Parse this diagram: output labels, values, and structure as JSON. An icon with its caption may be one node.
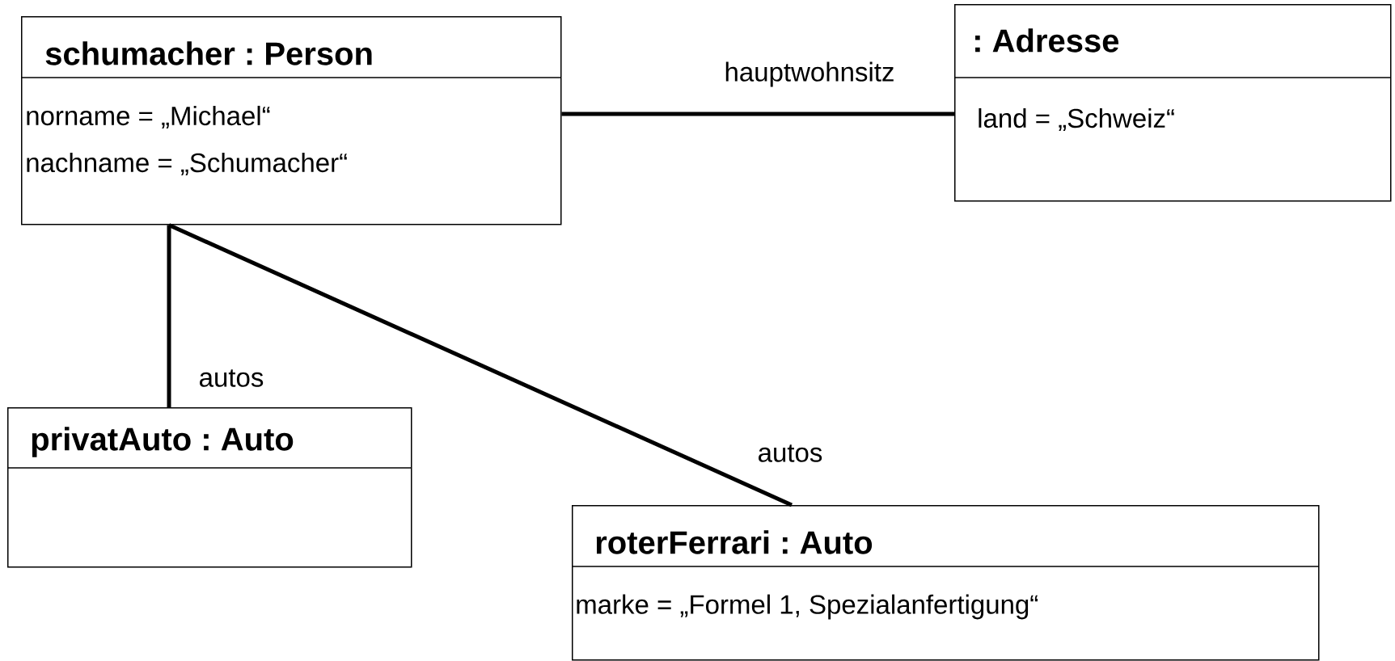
{
  "diagram": {
    "nodes": [
      {
        "text": [
          "schumacher : Person",
          "norname = „Michael“",
          "nachname = „Schumacher“"
        ]
      },
      {
        "text": [
          ": Adresse",
          "land = „Schweiz“"
        ]
      },
      {
        "text": [
          "privatAuto : Auto"
        ]
      },
      {
        "text": [
          "roterFerrari : Auto",
          "marke = „Formel 1, Spezialanfertigung“"
        ]
      }
    ],
    "edges": [
      {
        "from": 0,
        "to": 1,
        "arrow": "none",
        "label": "hauptwohnsitz"
      },
      {
        "from": 0,
        "to": 2,
        "arrow": "none",
        "label": "autos"
      },
      {
        "from": 0,
        "to": 3,
        "arrow": "none",
        "label": "autos"
      }
    ]
  }
}
